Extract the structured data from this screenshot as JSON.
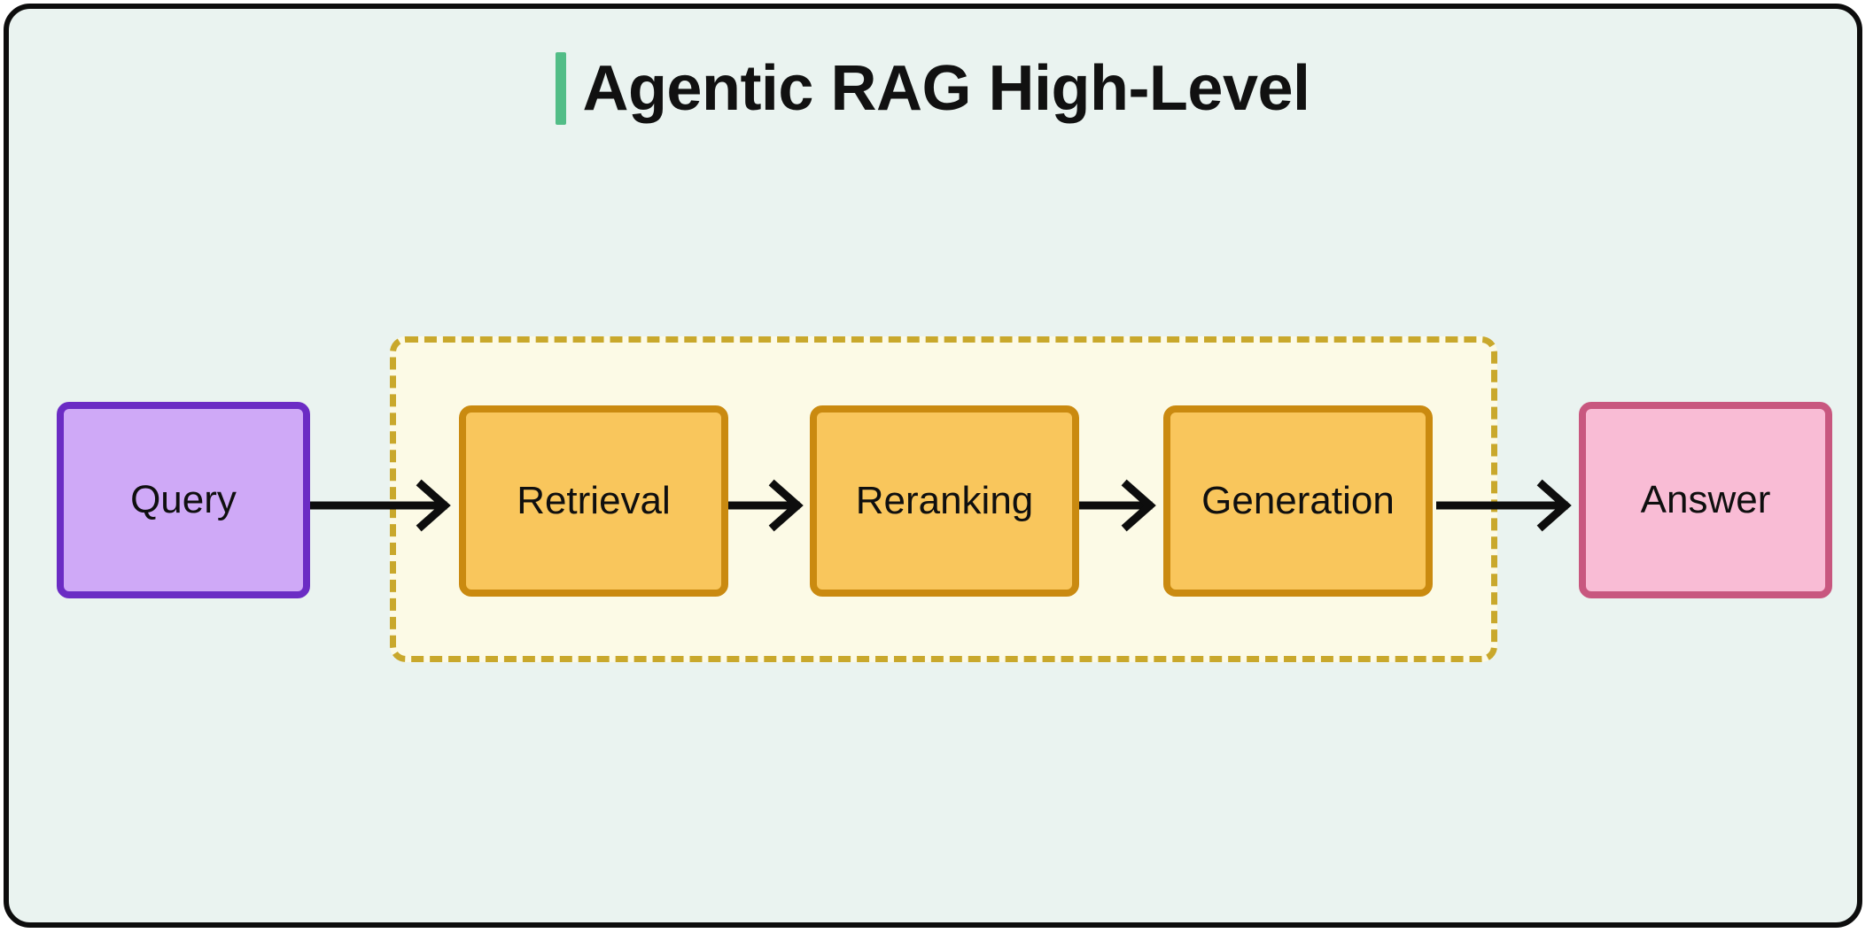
{
  "page": {
    "title": "Agentic RAG High-Level",
    "accent_bar_color": "#52bd87",
    "canvas_background": "#eaf3f0",
    "frame_border_color": "#0d0d0d"
  },
  "diagram": {
    "type": "flow",
    "orientation": "left-to-right",
    "nodes": [
      {
        "id": "query",
        "label": "Query",
        "fill": "#cfa9f7",
        "stroke": "#6b2cc4",
        "group": null
      },
      {
        "id": "retrieval",
        "label": "Retrieval",
        "fill": "#f9c65c",
        "stroke": "#ca8a10",
        "group": "agent-pipeline"
      },
      {
        "id": "reranking",
        "label": "Reranking",
        "fill": "#f9c65c",
        "stroke": "#ca8a10",
        "group": "agent-pipeline"
      },
      {
        "id": "generation",
        "label": "Generation",
        "fill": "#f9c65c",
        "stroke": "#ca8a10",
        "group": "agent-pipeline"
      },
      {
        "id": "answer",
        "label": "Answer",
        "fill": "#f9bcd5",
        "stroke": "#c8577f",
        "group": null
      }
    ],
    "groups": [
      {
        "id": "agent-pipeline",
        "label": "",
        "fill": "#fcfae6",
        "stroke": "#c9a82c",
        "stroke_style": "dashed"
      }
    ],
    "edges": [
      {
        "id": "edge-1",
        "from": "query",
        "to": "retrieval",
        "label": "",
        "style": "solid-arrow"
      },
      {
        "id": "edge-2",
        "from": "retrieval",
        "to": "reranking",
        "label": "",
        "style": "solid-arrow"
      },
      {
        "id": "edge-3",
        "from": "reranking",
        "to": "generation",
        "label": "",
        "style": "solid-arrow"
      },
      {
        "id": "edge-4",
        "from": "generation",
        "to": "answer",
        "label": "",
        "style": "solid-arrow"
      }
    ]
  }
}
